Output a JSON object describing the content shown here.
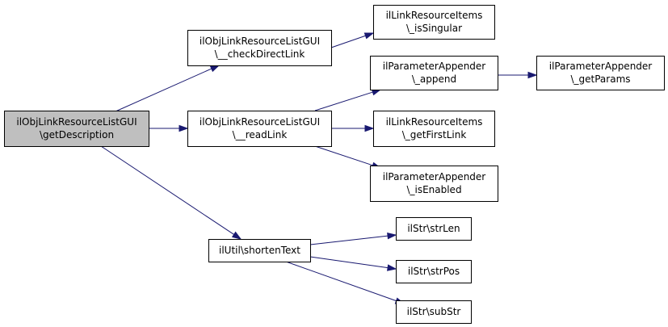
{
  "nodes": [
    {
      "id": "root",
      "lines": [
        "ilObjLinkResourceListGUI",
        "\\getDescription"
      ],
      "root": true
    },
    {
      "id": "check",
      "lines": [
        "ilObjLinkResourceListGUI",
        "\\__checkDirectLink"
      ]
    },
    {
      "id": "read",
      "lines": [
        "ilObjLinkResourceListGUI",
        "\\__readLink"
      ]
    },
    {
      "id": "shorten",
      "lines": [
        "ilUtil\\shortenText"
      ]
    },
    {
      "id": "issingular",
      "lines": [
        "ilLinkResourceItems",
        "\\_isSingular"
      ]
    },
    {
      "id": "append",
      "lines": [
        "ilParameterAppender",
        "\\_append"
      ]
    },
    {
      "id": "getfirst",
      "lines": [
        "ilLinkResourceItems",
        "\\_getFirstLink"
      ]
    },
    {
      "id": "isenabled",
      "lines": [
        "ilParameterAppender",
        "\\_isEnabled"
      ]
    },
    {
      "id": "getparams",
      "lines": [
        "ilParameterAppender",
        "\\_getParams"
      ]
    },
    {
      "id": "strlen",
      "lines": [
        "ilStr\\strLen"
      ]
    },
    {
      "id": "strpos",
      "lines": [
        "ilStr\\strPos"
      ]
    },
    {
      "id": "substr",
      "lines": [
        "ilStr\\subStr"
      ]
    }
  ],
  "edges": [
    {
      "from": "root",
      "to": "check"
    },
    {
      "from": "root",
      "to": "read"
    },
    {
      "from": "root",
      "to": "shorten"
    },
    {
      "from": "check",
      "to": "issingular"
    },
    {
      "from": "read",
      "to": "append"
    },
    {
      "from": "read",
      "to": "getfirst"
    },
    {
      "from": "read",
      "to": "isenabled"
    },
    {
      "from": "append",
      "to": "getparams"
    },
    {
      "from": "shorten",
      "to": "strlen"
    },
    {
      "from": "shorten",
      "to": "strpos"
    },
    {
      "from": "shorten",
      "to": "substr"
    }
  ],
  "colors": {
    "edge": "#191970",
    "root_fill": "#bfbfbf",
    "node_fill": "#ffffff",
    "border": "#000000"
  }
}
